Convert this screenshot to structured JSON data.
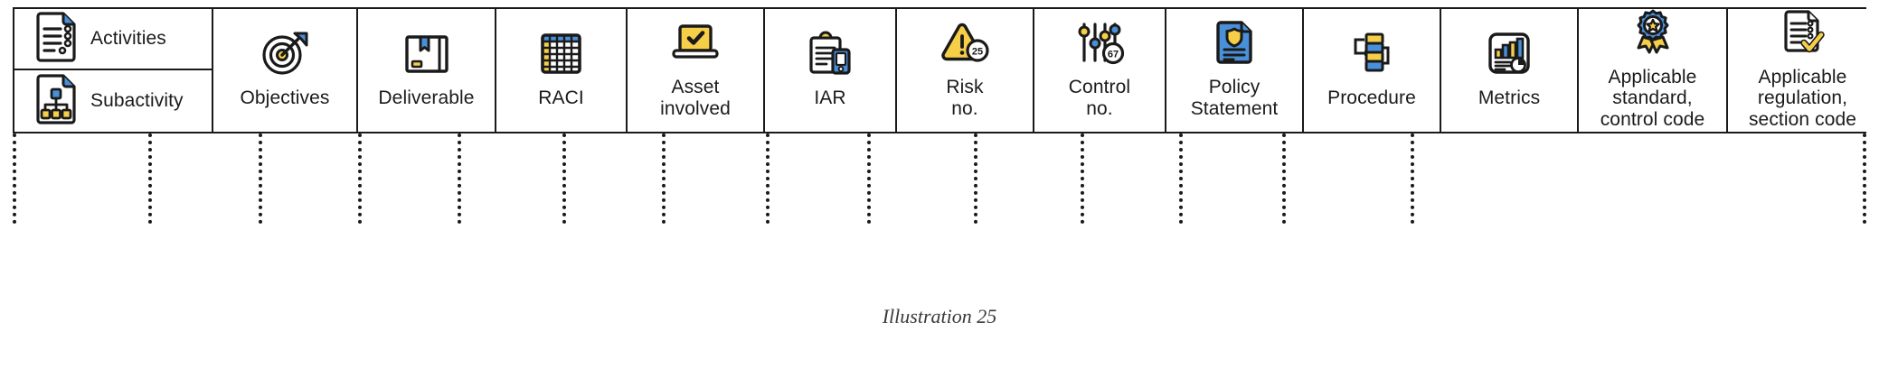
{
  "figure": {
    "caption": "Illustration 25"
  },
  "table": {
    "first_column": {
      "rows": [
        {
          "label": "Activities",
          "icon": "document-lines-icon"
        },
        {
          "label": "Subactivity",
          "icon": "document-hierarchy-icon"
        }
      ]
    },
    "columns": [
      {
        "label": "Objectives",
        "icon": "target-arrow-icon"
      },
      {
        "label": "Deliverable",
        "icon": "package-box-icon"
      },
      {
        "label": "RACI",
        "icon": "matrix-grid-icon"
      },
      {
        "label": "Asset\ninvolved",
        "icon": "laptop-check-icon"
      },
      {
        "label": "IAR",
        "icon": "clipboard-device-icon"
      },
      {
        "label": "Risk\nno.",
        "icon": "warning-triangle-badge-icon",
        "badge": "25"
      },
      {
        "label": "Control\nno.",
        "icon": "sliders-badge-icon",
        "badge": "67"
      },
      {
        "label": "Policy\nStatement",
        "icon": "document-shield-icon"
      },
      {
        "label": "Procedure",
        "icon": "flowchart-icon"
      },
      {
        "label": "Metrics",
        "icon": "bar-pie-chart-icon"
      },
      {
        "label": "Applicable\nstandard,\ncontrol code",
        "icon": "award-rosette-icon"
      },
      {
        "label": "Applicable\nregulation,\nsection code",
        "icon": "document-checkmark-icon"
      }
    ]
  },
  "colors": {
    "ink": "#1a1a1a",
    "blue": "#4a90d9",
    "yellow": "#f6cf49",
    "white": "#ffffff"
  }
}
